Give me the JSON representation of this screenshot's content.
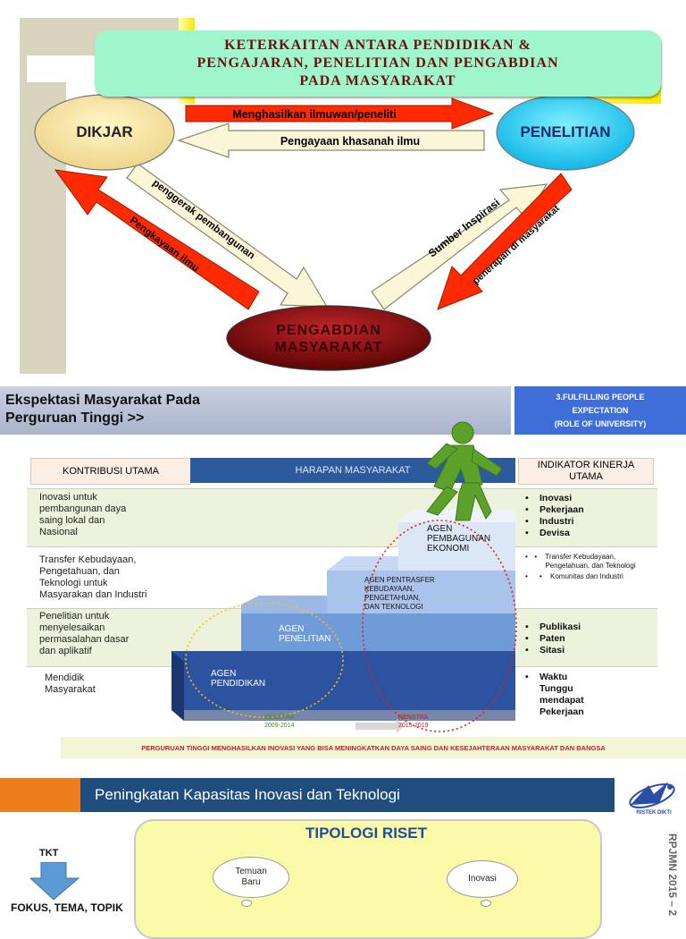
{
  "section1": {
    "title_lines": [
      "KETERKAITAN ANTARA PENDIDIKAN &",
      "PENGAJARAN, PENELITIAN DAN PENGABDIAN",
      "PADA MASYARAKAT"
    ],
    "nodes": {
      "dikjar": "DIKJAR",
      "penelitian": "PENELITIAN",
      "pengabdian_1": "PENGABDIAN",
      "pengabdian_2": "MASYARAKAT"
    },
    "arrows": {
      "top_right": "Menghasilkan ilmuwan/peneliti",
      "top_left": "Pengayaan khasanah ilmu",
      "penggerak": "penggerak pembangunan",
      "pengkayaan": "Pengkayaan ilmu",
      "sumber": "Sumber Inspirasi",
      "penerapan": "penerapan di masyarakat"
    },
    "colors": {
      "red_arrow": "#ff2a00",
      "cream_arrow": "#fbf6d7",
      "ellipse_left": "#f6e8a8",
      "ellipse_right": "#2ad0f5",
      "ellipse_bottom": "#8c0a0a"
    }
  },
  "section2": {
    "header": [
      "Ekspektasi Masyarakat Pada",
      "Perguruan Tinggi >>"
    ],
    "blue_box": [
      "3.FULFILLING PEOPLE",
      "EXPECTATION",
      "(ROLE OF UNIVERSITY)"
    ],
    "col_left": "KONTRIBUSI UTAMA",
    "col_mid": "HARAPAN MASYARAKAT",
    "col_right": [
      "INDIKATOR KINERJA",
      "UTAMA"
    ],
    "rows": [
      {
        "left": [
          "Inovasi untuk",
          "pembangunan daya",
          "saing lokal dan",
          "Nasional"
        ],
        "right": [
          "Inovasi",
          "Pekerjaan",
          "Industri",
          "Devisa"
        ],
        "agen": [
          "AGEN",
          "PEMBAGUNAN",
          "EKONOMI"
        ]
      },
      {
        "left": [
          "Transfer Kebudayaan,",
          "Pengetahuan, dan",
          "Teknologi untuk",
          "Masyarakan dan Industri"
        ],
        "right": [
          "Transfer Kebudayaan, Pengetahuan, dan Teknologi",
          "Komunitas dan Industri"
        ],
        "agen": [
          "AGEN PENTRASFER",
          "KEBUDAYAAN,",
          "PENGETAHUAN,",
          "DAN TEKNOLOGI"
        ]
      },
      {
        "left": [
          "Penelitian  untuk",
          "menyelesaikan",
          "permasalahan dasar",
          "dan aplikatif"
        ],
        "right": [
          "Publikasi",
          "Paten",
          "Sitasi"
        ],
        "agen": [
          "AGEN",
          "PENELITIAN"
        ]
      },
      {
        "left": [
          "Mendidik",
          "Masyarakat"
        ],
        "right": [
          "Waktu Tunggu mendapat Pekerjaan"
        ],
        "agen": [
          "AGEN",
          "PENDIDIKAN"
        ]
      }
    ],
    "renstra_1": [
      "RENSTRA",
      "2009-2014"
    ],
    "renstra_2": [
      "RENSTRA",
      "2015-2019"
    ],
    "bottom_text": "PERGURUAN TINGGI MENGHASILKAN INOVASI YANG BISA MENINGKATKAN DAYA SAING DAN KESEJAHTERAAN MASYARAKAT DAN BANGSA"
  },
  "section3": {
    "title": "Peningkatan Kapasitas Inovasi dan Teknologi",
    "logo_text": "RISTEK DIKTI",
    "tipologi": "TIPOLOGI RISET",
    "tkt": "TKT",
    "fokus": "FOKUS, TEMA, TOPIK",
    "cloud_1": [
      "Temuan",
      "Baru"
    ],
    "cloud_2": "Inovasi",
    "side_text": "RPJMN 2015 – 2"
  }
}
